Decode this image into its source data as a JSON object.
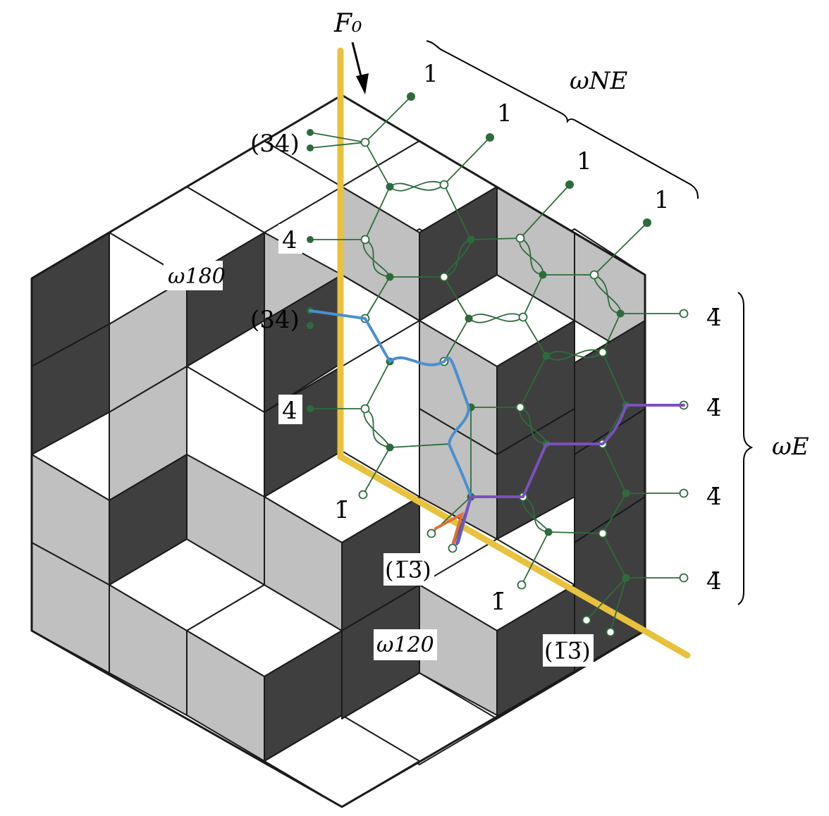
{
  "labels": {
    "f0": "F₀",
    "omega_ne": "ωNE",
    "omega_e": "ωE",
    "omega_180": "ω180",
    "omega_120": "ω120",
    "one": "1",
    "four": "4",
    "four_bar": "4̄",
    "one_bar": "1̄",
    "pair_34": "(34)",
    "pair_13bar": "(1̅3̅)"
  },
  "colors": {
    "tile_top": "#ffffff",
    "tile_left": "#c0c0c0",
    "tile_right": "#3f3f3f",
    "yellow_axis": "#e8c23d",
    "green_graph": "#2d6b3c",
    "blue_path": "#4a8fd1",
    "purple_path": "#7b4fbe",
    "orange_mark": "#e0703a"
  }
}
